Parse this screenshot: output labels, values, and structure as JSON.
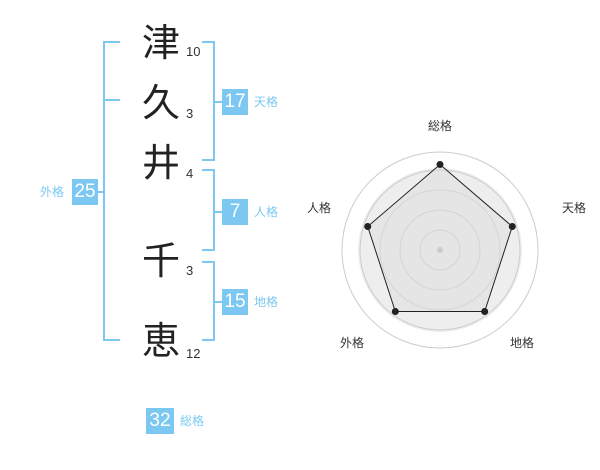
{
  "characters": [
    {
      "char": "津",
      "strokes": "10"
    },
    {
      "char": "久",
      "strokes": "3"
    },
    {
      "char": "井",
      "strokes": "4"
    },
    {
      "char": "千",
      "strokes": "3"
    },
    {
      "char": "恵",
      "strokes": "12"
    }
  ],
  "kakusu": {
    "tenkaku": {
      "value": "17",
      "label": "天格"
    },
    "jinkaku": {
      "value": "7",
      "label": "人格"
    },
    "chikaku": {
      "value": "15",
      "label": "地格"
    },
    "gaikaku": {
      "value": "25",
      "label": "外格"
    },
    "soukaku": {
      "value": "32",
      "label": "総格"
    }
  },
  "colors": {
    "accent": "#7cc8f2",
    "line": "#222222",
    "grid": "#cccccc",
    "fill": "#eeeeee"
  },
  "chart_data": {
    "type": "radar",
    "axes": [
      "総格",
      "天格",
      "地格",
      "外格",
      "人格"
    ],
    "values": [
      4.5,
      4.0,
      4.0,
      4.0,
      4.0
    ],
    "max": 5,
    "rings": 4
  }
}
